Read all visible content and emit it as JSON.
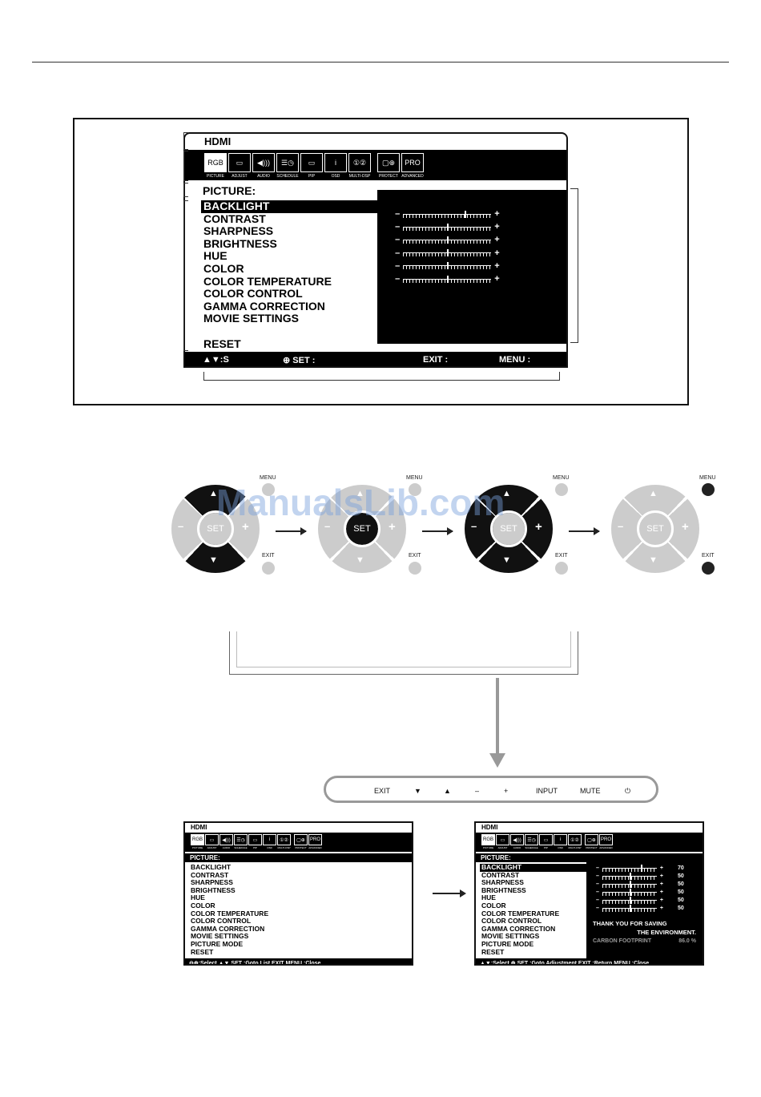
{
  "osd": {
    "source": "HDMI",
    "tabs": [
      {
        "label": "PICTURE",
        "glyph": "RGB"
      },
      {
        "label": "ADJUST",
        "glyph": "▭"
      },
      {
        "label": "AUDIO",
        "glyph": "◀)))"
      },
      {
        "label": "SCHEDULE",
        "glyph": "☰◷"
      },
      {
        "label": "PIP",
        "glyph": "▭"
      },
      {
        "label": "OSD",
        "glyph": "i"
      },
      {
        "label": "MULTI-DSP",
        "glyph": "①②"
      },
      {
        "label": "PROTECT",
        "glyph": "▢⊕"
      },
      {
        "label": "ADVANCED",
        "glyph": "PRO"
      }
    ],
    "section": "PICTURE:",
    "big_items": [
      "BACKLIGHT",
      "CONTRAST",
      "SHARPNESS",
      "BRIGHTNESS",
      "HUE",
      "COLOR",
      "COLOR TEMPERATURE",
      "COLOR CONTROL",
      "GAMMA CORRECTION",
      "MOVIE SETTINGS",
      "",
      "RESET"
    ],
    "small_items": [
      "BACKLIGHT",
      "CONTRAST",
      "SHARPNESS",
      "BRIGHTNESS",
      "HUE",
      "COLOR",
      "COLOR TEMPERATURE",
      "COLOR CONTROL",
      "GAMMA CORRECTION",
      "MOVIE SETTINGS",
      "PICTURE MODE",
      "RESET"
    ],
    "big_slider_levels": [
      0.7,
      0.5,
      0.5,
      0.5,
      0.5,
      0.5
    ],
    "slider_values": [
      "70",
      "50",
      "50",
      "50",
      "50",
      "50"
    ],
    "minus": "–",
    "plus": "+",
    "big_footer": {
      "nav": "▲▼:S",
      "set": "⊕ SET :",
      "exit": "EXIT :",
      "menu": "MENU :"
    },
    "footer_a": "⊖⊕:Select ▲▼ SET :Goto List  EXIT  MENU :Close",
    "footer_b": "▲▼:Select ⊕ SET :Goto Adjustment EXIT :Return MENU :Close",
    "thanks_line1": "THANK YOU FOR SAVING",
    "thanks_line2": "THE ENVIRONMENT.",
    "carbon_label": "CARBON FOOTPRINT",
    "carbon_value": "86.0 %"
  },
  "keypad": {
    "menu": "MENU",
    "exit": "EXIT",
    "set": "SET",
    "minus": "–",
    "plus": "+"
  },
  "watermark": "ManualsLib.com",
  "button_bar": [
    "EXIT",
    "▼",
    "▲",
    "–",
    "+",
    "INPUT",
    "MUTE",
    "⏻"
  ]
}
